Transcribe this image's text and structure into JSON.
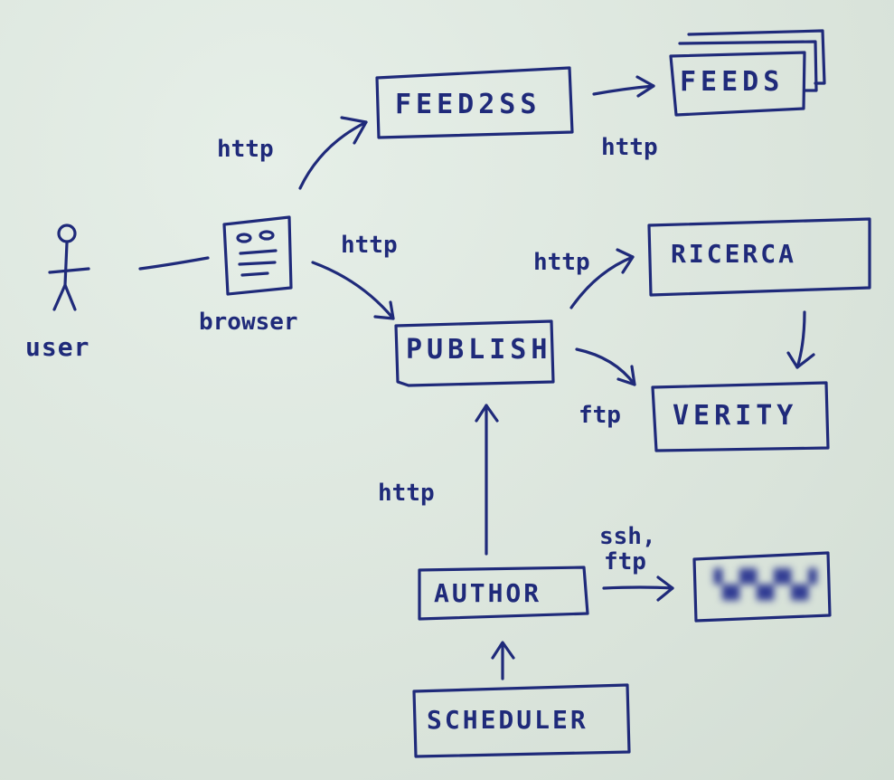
{
  "actor": {
    "label": "user"
  },
  "browser": {
    "label": "browser"
  },
  "nodes": {
    "feed2ss": "FEED2SS",
    "feeds": "FEEDS",
    "publish": "PUBLISH",
    "ricerca": "RICERCA",
    "verity": "VERITY",
    "author": "AUTHOR",
    "scheduler": "SCHEDULER"
  },
  "edges": {
    "browser_feed2ss": "http",
    "feed2ss_feeds": "http",
    "browser_publish": "http",
    "publish_ricerca": "http",
    "publish_verity": "ftp",
    "author_publish": "http",
    "author_redacted_line1": "ssh,",
    "author_redacted_line2": "ftp"
  },
  "colors": {
    "ink": "#1f2a7a",
    "paper": "#dfe8e0"
  }
}
